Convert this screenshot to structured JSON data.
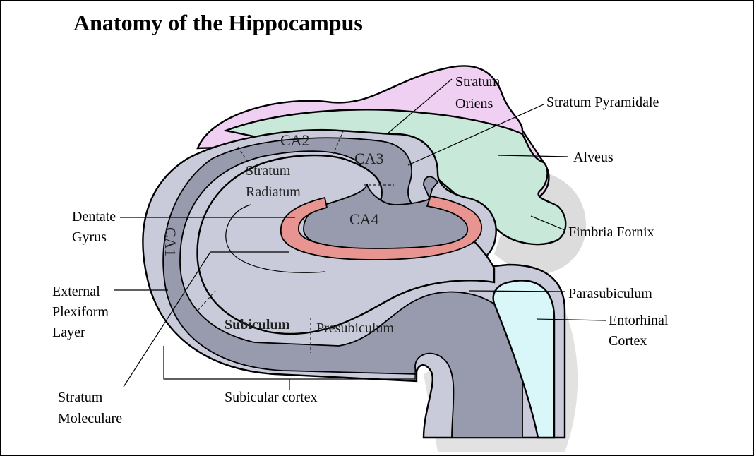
{
  "title": "Anatomy of the Hippocampus",
  "colors": {
    "alveus": "#efd0f2",
    "fimbria": "#c8e8da",
    "outer_layer": "#c9cbdb",
    "pyramidal": "#989aae",
    "dentate": "#e89591",
    "entorhinal": "#d9f7f8",
    "shadow": "#dcdcdc"
  },
  "regions": {
    "ca1": "CA1",
    "ca2": "CA2",
    "ca3": "CA3",
    "ca4": "CA4",
    "stratum_radiatum_1": "Stratum",
    "stratum_radiatum_2": "Radiatum",
    "subiculum": "Subiculum",
    "presubiculum": "Presubiculum"
  },
  "callouts": {
    "stratum_oriens_1": "Stratum",
    "stratum_oriens_2": "Oriens",
    "stratum_pyramidale": "Stratum Pyramidale",
    "alveus": "Alveus",
    "fimbria_fornix": "Fimbria Fornix",
    "parasubiculum": "Parasubiculum",
    "entorhinal_1": "Entorhinal",
    "entorhinal_2": "Cortex",
    "dentate_1": "Dentate",
    "dentate_2": "Gyrus",
    "external_1": "External",
    "external_2": "Plexiform",
    "external_3": "Layer",
    "molecular_1": "Stratum",
    "molecular_2": "Moleculare",
    "subicular_cortex": "Subicular cortex"
  }
}
